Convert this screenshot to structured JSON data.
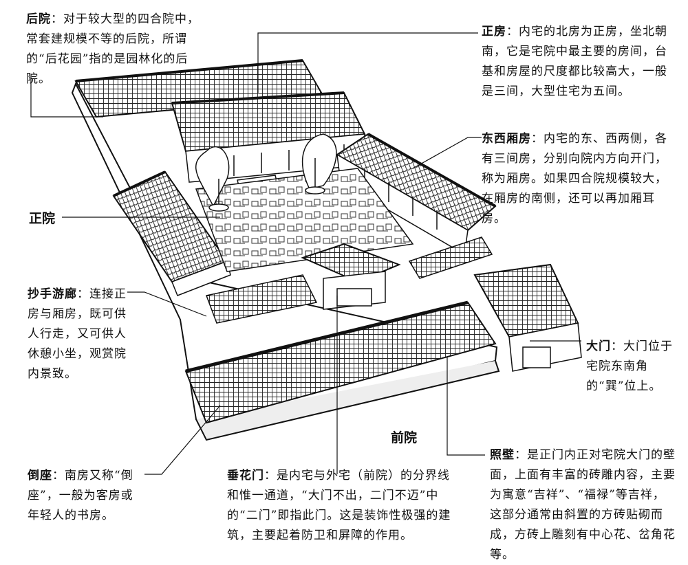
{
  "annotations": {
    "houyuan": {
      "title": "后院",
      "text": "：对于较大型的四合院中，常套建规模不等的后院，所谓的“后花园”指的是园林化的后院。"
    },
    "zhengfang": {
      "title": "正房",
      "text": "：内宅的北房为正房，坐北朝南，它是宅院中最主要的房间，台基和房屋的尺度都比较高大，一般是三间，大型住宅为五间。"
    },
    "dongxi": {
      "title": "东西厢房",
      "text": "：内宅的东、西两侧，各有三间房，分别向院内方向开门，称为厢房。如果四合院规模较大，在厢房的南侧，还可以再加厢耳房。"
    },
    "chaoshou": {
      "title": "抄手游廊",
      "text": "：连接正房与厢房，既可供人行走，又可供人休憩小坐，观赏院内景致。"
    },
    "damen": {
      "title": "大门",
      "text": "：大门位于宅院东南角的“巽”位上。"
    },
    "daozuo": {
      "title": "倒座",
      "text": "：南房又称“倒座”，一般为客房或年轻人的书房。"
    },
    "chuihua": {
      "title": "垂花门",
      "text": "：是内宅与外宅（前院）的分界线和惟一通道，“大门不出，二门不迈”中的“二门”即指此门。这是装饰性极强的建筑，主要起着防卫和屏障的作用。"
    },
    "zhaobi": {
      "title": "照壁",
      "text": "：是正门内正对宅院大门的壁面，上面有丰富的砖雕内容，主要为寓意“吉祥”、“福禄”等吉祥，这部分通常由斜置的方砖贴砌而成，方砖上雕刻有中心花、岔角花等。"
    }
  },
  "labels": {
    "zhengyuan": "正院",
    "qianyuan": "前院"
  }
}
